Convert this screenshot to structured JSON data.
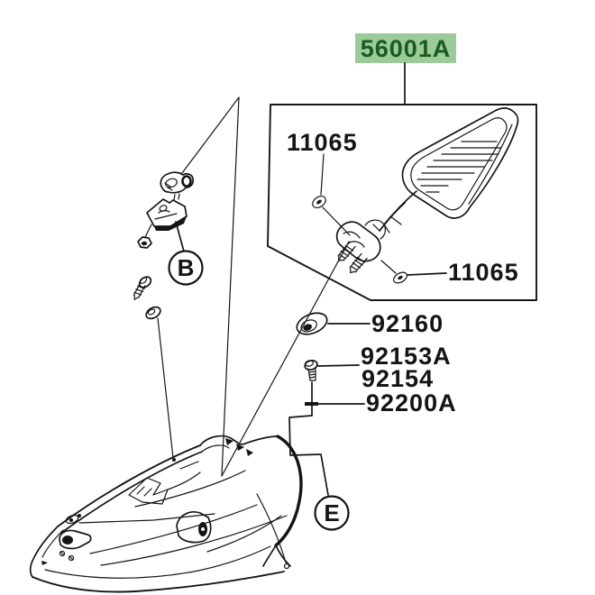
{
  "diagram": {
    "selected_part": {
      "label": "56001A"
    },
    "callouts": {
      "c11065_top": "11065",
      "c11065_right": "11065",
      "c92160": "92160",
      "c92153a": "92153A",
      "c92154": "92154",
      "c92200a": "92200A"
    },
    "view_refs": {
      "b": "B",
      "e": "E"
    }
  },
  "colors": {
    "highlight_bg": "#9bcb9b",
    "highlight_text": "#1d5a1d",
    "line": "#151515",
    "canvas": "#ffffff"
  }
}
